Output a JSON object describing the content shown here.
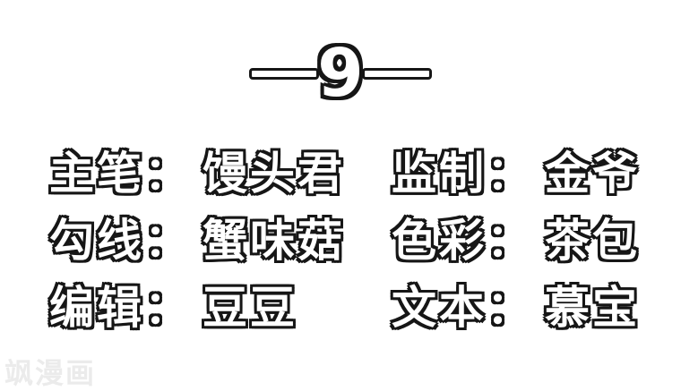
{
  "header": {
    "chapter_number": "9"
  },
  "credits": {
    "rows": [
      {
        "left_label": "主笔：",
        "left_name": "馒头君",
        "right_label": "监制：",
        "right_name": "金爷"
      },
      {
        "left_label": "勾线：",
        "left_name": "蟹味菇",
        "right_label": "色彩：",
        "right_name": "茶包"
      },
      {
        "left_label": "编辑：",
        "left_name": "豆豆",
        "right_label": "文本：",
        "right_name": "慕宝"
      }
    ]
  },
  "watermark": {
    "text": "飒漫画"
  },
  "colors": {
    "ink": "#161616",
    "text_fill": "#ffffff",
    "background": "#ffffff",
    "watermark": "#ebebeb"
  }
}
